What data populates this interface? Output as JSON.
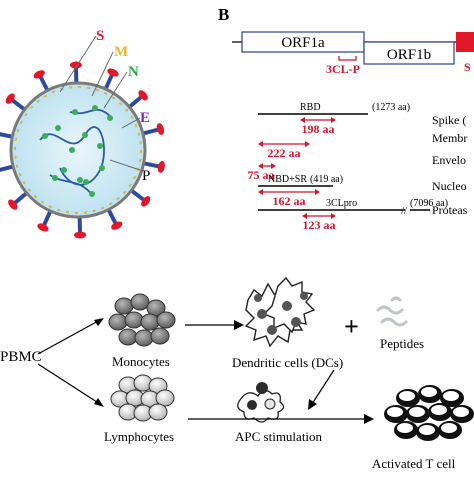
{
  "panelB": {
    "label": "B",
    "genome": {
      "orf1a": "ORF1a",
      "orf1b": "ORF1b",
      "s_gene_label": "S",
      "cl_label": "3CL-P"
    },
    "proteins": [
      {
        "top_label": "RBD",
        "length": "(1273 aa)",
        "fragment": "198 aa",
        "name": "Spike ("
      },
      {
        "top_label": "",
        "length": "",
        "fragment": "222 aa",
        "name": "Membr"
      },
      {
        "top_label": "",
        "length": "",
        "fragment": "75 aa",
        "name": "Envelo"
      },
      {
        "top_label": "NBD+SR",
        "length": "(419 aa)",
        "fragment": "162 aa",
        "name": "Nucleo"
      },
      {
        "top_label": "3CLpro",
        "length": "(7096 aa)",
        "fragment": "123 aa",
        "name": "Proteas"
      }
    ]
  },
  "virus_labels": {
    "S": "S",
    "M": "M",
    "N": "N",
    "E": "E",
    "P": "P"
  },
  "workflow": {
    "pbmc": "PBMC",
    "monocytes": "Monocytes",
    "lymphocytes": "Lymphocytes",
    "dendritic": "Dendritic cells (DCs)",
    "plus": "+",
    "peptides": "Peptides",
    "apc": "APC stimulation",
    "activated": "Activated T cell"
  },
  "colors": {
    "spike": "#2c4a9e",
    "spike_tip": "#e0182a",
    "m_label": "#f0b429",
    "n_label": "#2aa84a",
    "e_label": "#7a2fb0",
    "red_text": "#d4142a"
  }
}
